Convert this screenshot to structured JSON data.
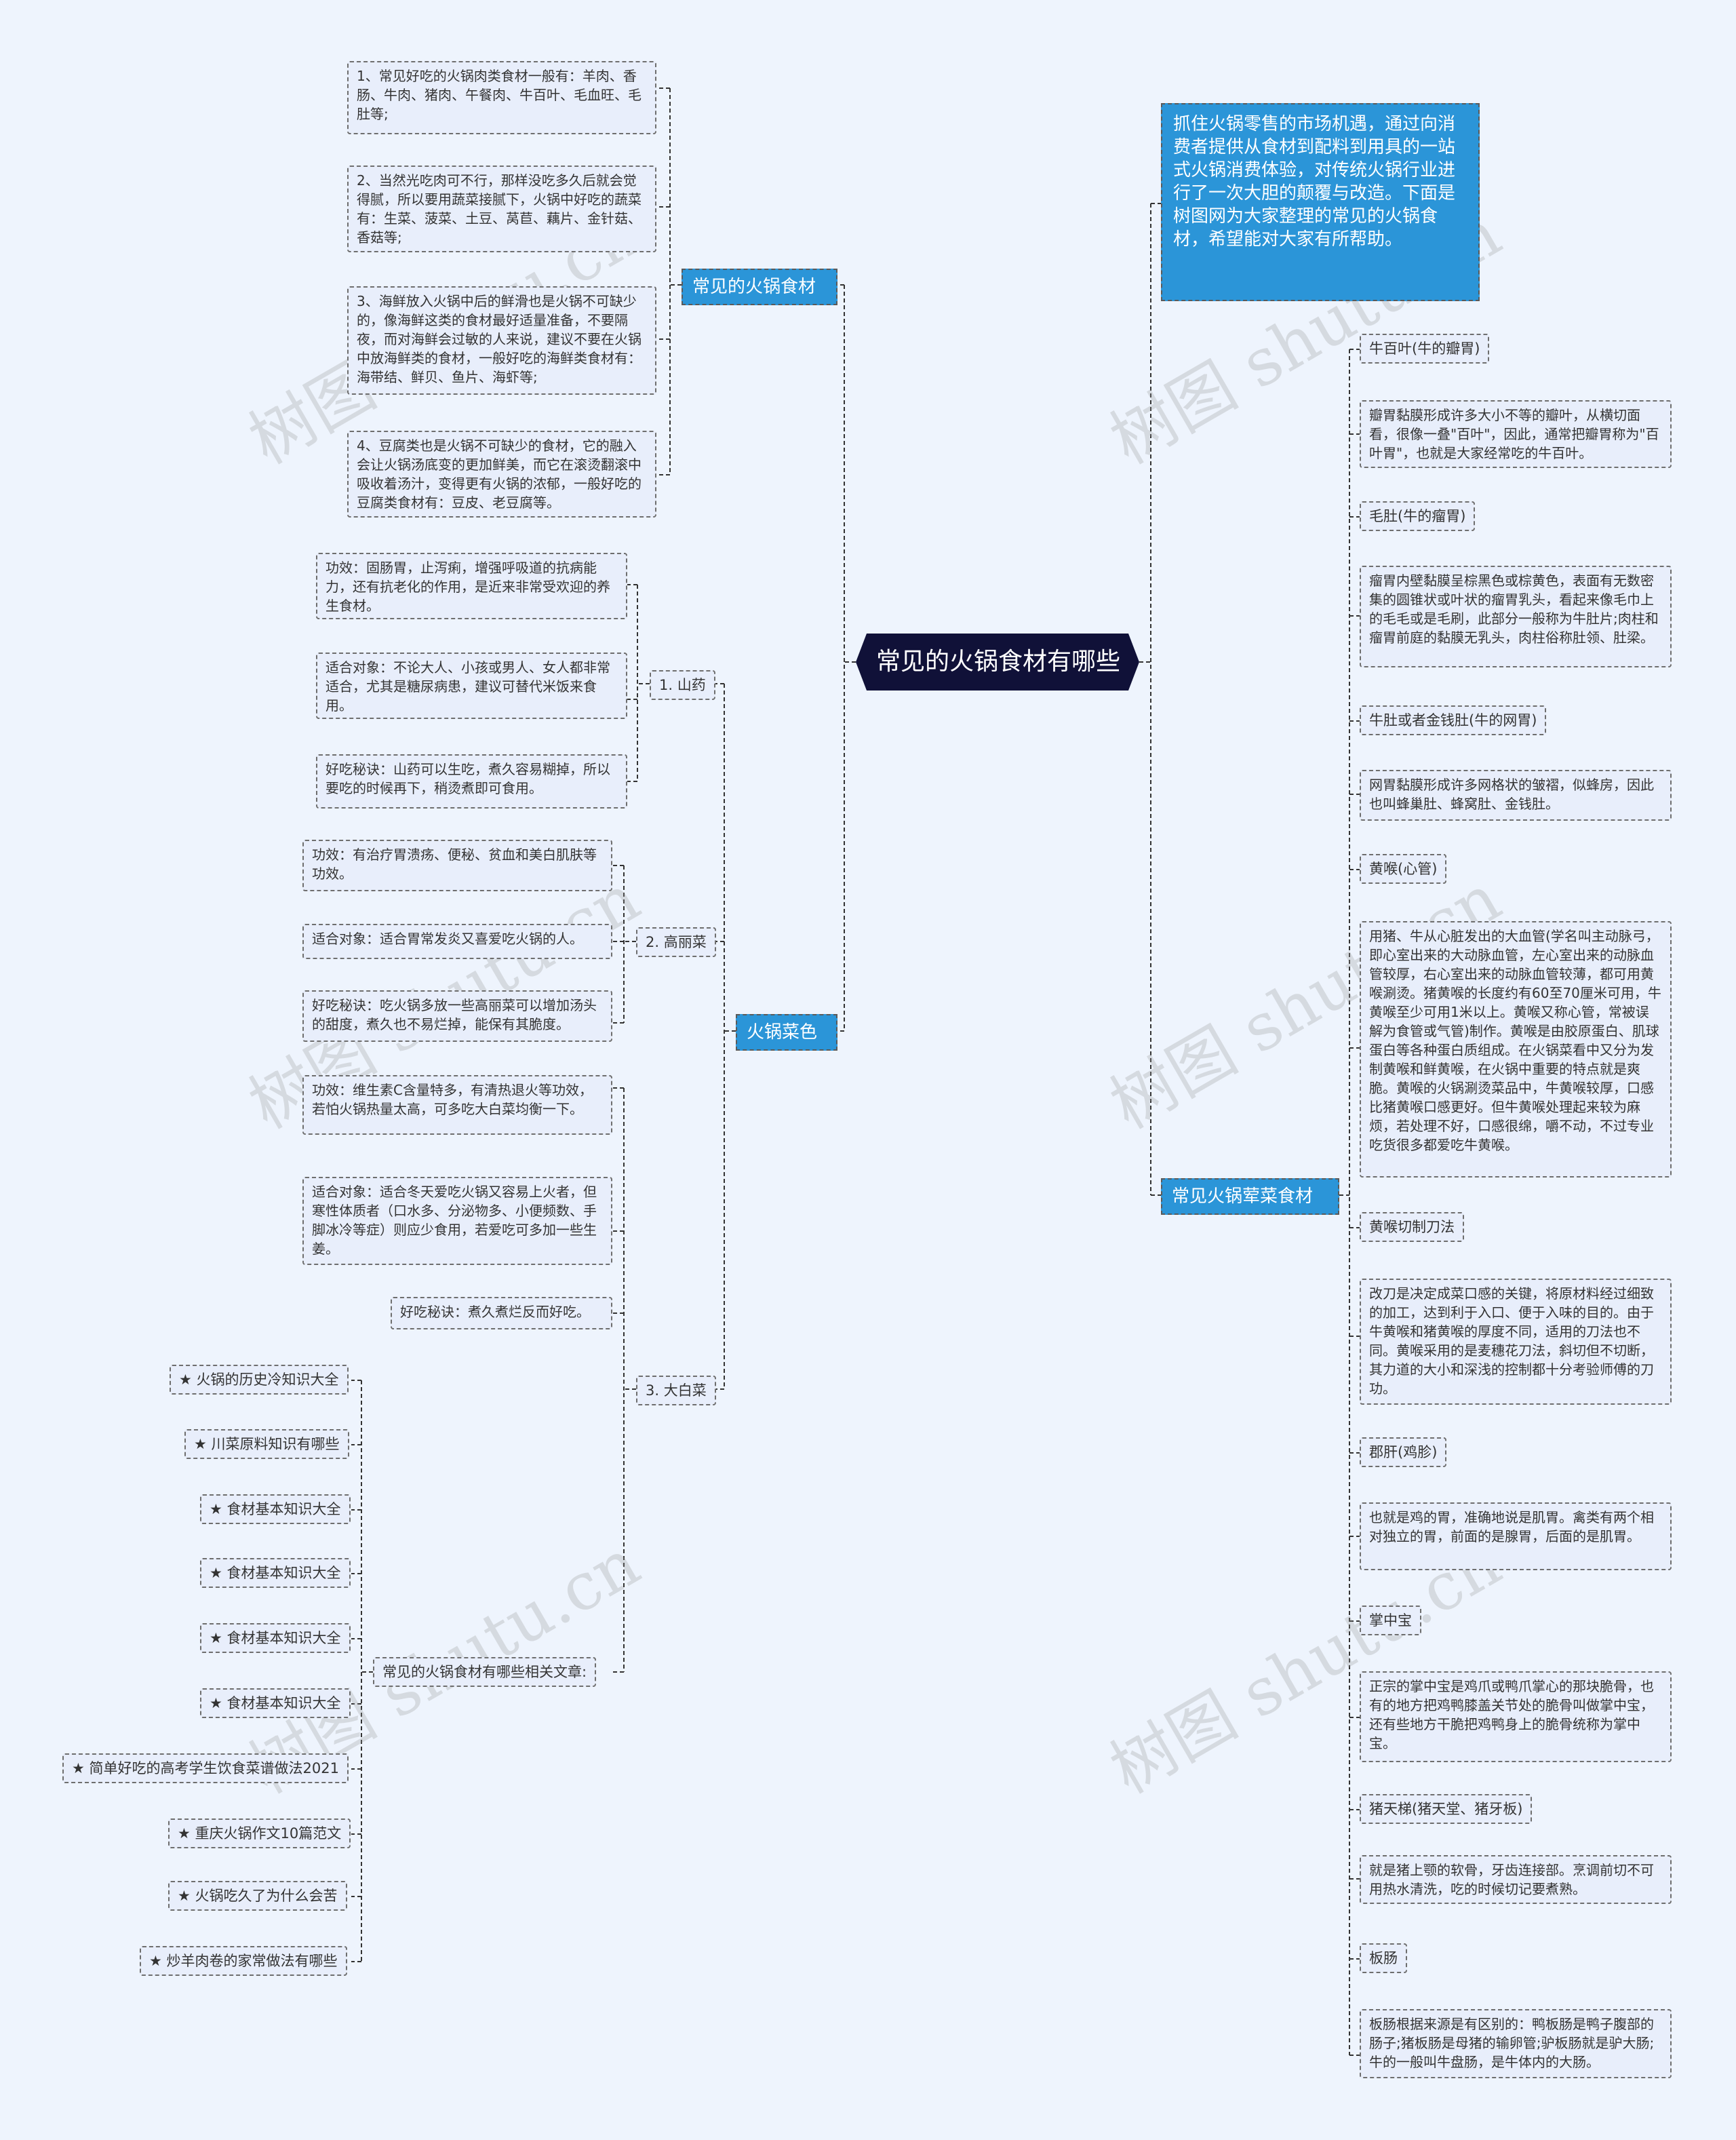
{
  "root": "常见的火锅食材有哪些",
  "intro": "抓住火锅零售的市场机遇，通过向消费者提供从食材到配料到用具的一站式火锅消费体验，对传统火锅行业进行了一次大胆的颠覆与改造。下面是树图网为大家整理的常见的火锅食材，希望能对大家有所帮助。",
  "left": {
    "common": {
      "label": "常见的火锅食材",
      "items": [
        "1、常见好吃的火锅肉类食材一般有：羊肉、香肠、牛肉、猪肉、午餐肉、牛百叶、毛血旺、毛肚等;",
        "2、当然光吃肉可不行，那样没吃多久后就会觉得腻，所以要用蔬菜接腻下，火锅中好吃的蔬菜有：生菜、菠菜、土豆、莴苣、藕片、金针菇、香菇等;",
        "3、海鲜放入火锅中后的鲜滑也是火锅不可缺少的，像海鲜这类的食材最好适量准备，不要隔夜，而对海鲜会过敏的人来说，建议不要在火锅中放海鲜类的食材，一般好吃的海鲜类食材有：海带结、鲜贝、鱼片、海虾等;",
        "4、豆腐类也是火锅不可缺少的食材，它的融入会让火锅汤底变的更加鲜美，而它在滚烫翻滚中吸收着汤汁，变得更有火锅的浓郁，一般好吃的豆腐类食材有：豆皮、老豆腐等。"
      ]
    },
    "veg": {
      "label": "火锅菜色",
      "yam": {
        "label": "1. 山药",
        "items": [
          "功效：固肠胃，止泻痢，增强呼吸道的抗病能力，还有抗老化的作用，是近来非常受欢迎的养生食材。",
          "适合对象：不论大人、小孩或男人、女人都非常适合，尤其是糖尿病患，建议可替代米饭来食用。",
          "好吃秘诀：山药可以生吃，煮久容易糊掉，所以要吃的时候再下，稍烫煮即可食用。"
        ]
      },
      "cabbage": {
        "label": "2. 高丽菜",
        "items": [
          "功效：有治疗胃溃疡、便秘、贫血和美白肌肤等功效。",
          "适合对象：适合胃常发炎又喜爱吃火锅的人。",
          "好吃秘诀：吃火锅多放一些高丽菜可以增加汤头的甜度，煮久也不易烂掉，能保有其脆度。"
        ]
      },
      "napa": {
        "label": "3. 大白菜",
        "items": [
          "功效：维生素C含量特多，有清热退火等功效，若怕火锅热量太高，可多吃大白菜均衡一下。",
          "适合对象：适合冬天爱吃火锅又容易上火者，但寒性体质者（口水多、分泌物多、小便频数、手脚冰冷等症）则应少食用，若爱吃可多加一些生姜。",
          "好吃秘诀：煮久煮烂反而好吃。"
        ]
      },
      "related": {
        "label": "常见的火锅食材有哪些相关文章:",
        "items": [
          "★ 火锅的历史冷知识大全",
          "★ 川菜原料知识有哪些",
          "★ 食材基本知识大全",
          "★ 食材基本知识大全",
          "★ 食材基本知识大全",
          "★ 食材基本知识大全",
          "★ 简单好吃的高考学生饮食菜谱做法2021",
          "★ 重庆火锅作文10篇范文",
          "★ 火锅吃久了为什么会苦",
          "★ 炒羊肉卷的家常做法有哪些"
        ]
      }
    }
  },
  "right": {
    "offal": {
      "label": "常见火锅荤菜食材",
      "items": [
        {
          "title": "牛百叶(牛的瓣胃)",
          "desc": "瓣胃黏膜形成许多大小不等的瓣叶，从横切面看，很像一叠\"百叶\"，因此，通常把瓣胃称为\"百叶胃\"，也就是大家经常吃的牛百叶。"
        },
        {
          "title": "毛肚(牛的瘤胃)",
          "desc": "瘤胃内壁黏膜呈棕黑色或棕黄色，表面有无数密集的圆锥状或叶状的瘤胃乳头，看起来像毛巾上的毛毛或是毛刷，此部分一般称为牛肚片;肉柱和瘤胃前庭的黏膜无乳头，肉柱俗称肚领、肚梁。"
        },
        {
          "title": "牛肚或者金钱肚(牛的网胃)",
          "desc": "网胃黏膜形成许多网格状的皱褶，似蜂房，因此也叫蜂巢肚、蜂窝肚、金钱肚。"
        },
        {
          "title": "黄喉(心管)",
          "desc": "用猪、牛从心脏发出的大血管(学名叫主动脉弓，即心室出来的大动脉血管，左心室出来的动脉血管较厚，右心室出来的动脉血管较薄，都可用黄喉涮烫。猪黄喉的长度约有60至70厘米可用，牛黄喉至少可用1米以上。黄喉又称心管，常被误解为食管或气管)制作。黄喉是由胶原蛋白、肌球蛋白等各种蛋白质组成。在火锅菜看中又分为发制黄喉和鲜黄喉，在火锅中重要的特点就是爽脆。黄喉的火锅涮烫菜品中，牛黄喉较厚，口感比猪黄喉口感更好。但牛黄喉处理起来较为麻烦，若处理不好，口感很绵，嚼不动，不过专业吃货很多都爱吃牛黄喉。"
        },
        {
          "title": "黄喉切制刀法",
          "desc": "改刀是决定成菜口感的关键，将原材料经过细致的加工，达到利于入口、便于入味的目的。由于牛黄喉和猪黄喉的厚度不同，适用的刀法也不同。黄喉采用的是麦穗花刀法，斜切但不切断，其力道的大小和深浅的控制都十分考验师傅的刀功。"
        },
        {
          "title": "郡肝(鸡胗)",
          "desc": "也就是鸡的胃，准确地说是肌胃。禽类有两个相对独立的胃，前面的是腺胃，后面的是肌胃。"
        },
        {
          "title": "掌中宝",
          "desc": "正宗的掌中宝是鸡爪或鸭爪掌心的那块脆骨，也有的地方把鸡鸭膝盖关节处的脆骨叫做掌中宝，还有些地方干脆把鸡鸭身上的脆骨统称为掌中宝。"
        },
        {
          "title": "猪天梯(猪天堂、猪牙板)",
          "desc": "就是猪上颚的软骨，牙齿连接部。烹调前切不可用热水清洗，吃的时候切记要煮熟。"
        },
        {
          "title": "板肠",
          "desc": "板肠根据来源是有区别的：鸭板肠是鸭子腹部的肠子;猪板肠是母猪的输卵管;驴板肠就是驴大肠;牛的一般叫牛盘肠，是牛体内的大肠。"
        }
      ]
    }
  },
  "watermarks": [
    "树图 shutu.cn",
    "树图 shutu.cn",
    "树图 shutu.cn",
    "树图 shutu.cn",
    "树图 shutu.cn",
    "树图 shutu.cn"
  ]
}
